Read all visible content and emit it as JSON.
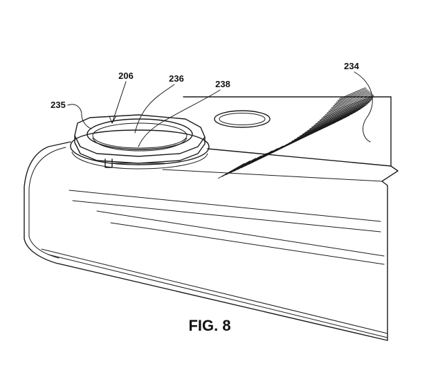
{
  "figure": {
    "caption": "FIG. 8",
    "reference_numerals": {
      "r206": "206",
      "r236": "236",
      "r238": "238",
      "r235": "235",
      "r234": "234"
    },
    "line_color": "#1a1a1a",
    "background": "#ffffff"
  }
}
